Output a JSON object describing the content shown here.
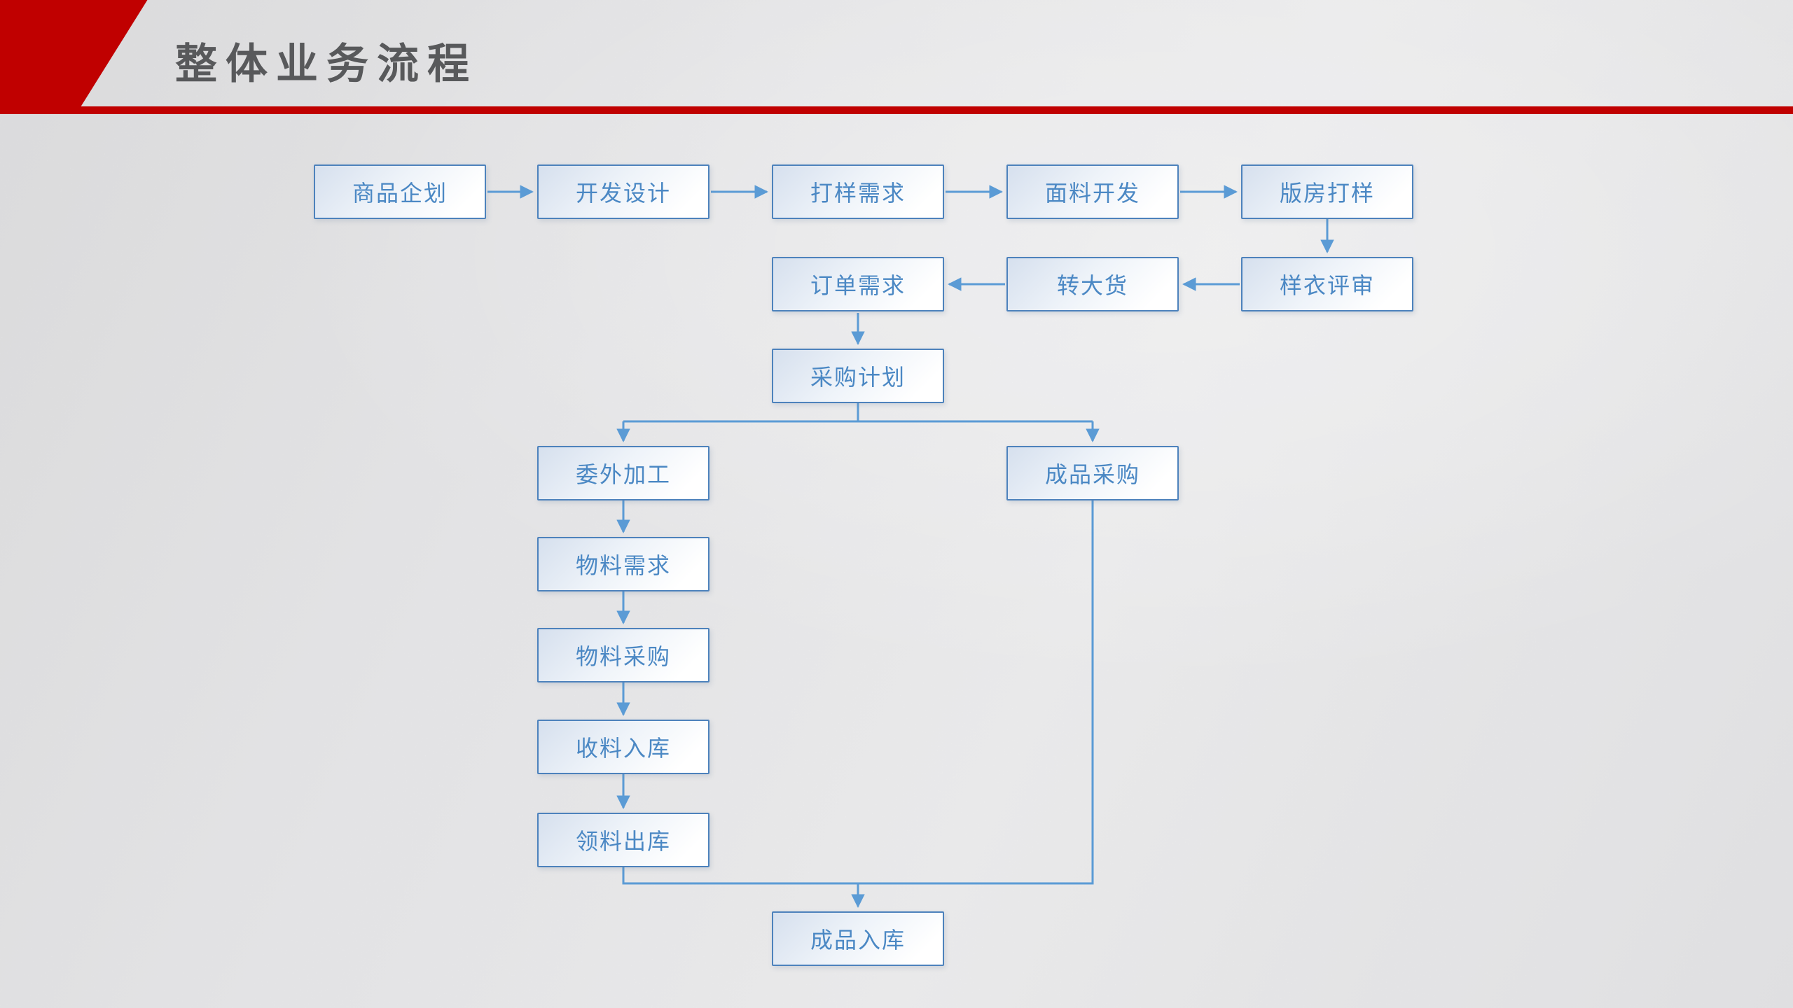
{
  "slide": {
    "title": "整体业务流程"
  },
  "colors": {
    "header_red": "#c00000",
    "title_gray": "#58595b",
    "box_border_blue": "#4d82bc",
    "box_text_blue": "#4b88c4",
    "connector_blue": "#5b9bd5",
    "background_gray": "#ececee"
  },
  "flowchart": {
    "nodes": [
      {
        "id": "product-planning",
        "label": "商品企划"
      },
      {
        "id": "development-design",
        "label": "开发设计"
      },
      {
        "id": "sampling-request",
        "label": "打样需求"
      },
      {
        "id": "fabric-development",
        "label": "面料开发"
      },
      {
        "id": "pattern-room-sampling",
        "label": "版房打样"
      },
      {
        "id": "sample-garment-review",
        "label": "样衣评审"
      },
      {
        "id": "transfer-to-bulk",
        "label": "转大货"
      },
      {
        "id": "order-request",
        "label": "订单需求"
      },
      {
        "id": "purchase-plan",
        "label": "采购计划"
      },
      {
        "id": "outsourced-processing",
        "label": "委外加工"
      },
      {
        "id": "finished-goods-purchase",
        "label": "成品采购"
      },
      {
        "id": "material-requirement",
        "label": "物料需求"
      },
      {
        "id": "material-purchase",
        "label": "物料采购"
      },
      {
        "id": "material-receipt-in",
        "label": "收料入库"
      },
      {
        "id": "material-issue-out",
        "label": "领料出库"
      },
      {
        "id": "finished-goods-inbound",
        "label": "成品入库"
      }
    ],
    "edges": [
      {
        "from": "商品企划",
        "to": "开发设计"
      },
      {
        "from": "开发设计",
        "to": "打样需求"
      },
      {
        "from": "打样需求",
        "to": "面料开发"
      },
      {
        "from": "面料开发",
        "to": "版房打样"
      },
      {
        "from": "版房打样",
        "to": "样衣评审"
      },
      {
        "from": "样衣评审",
        "to": "转大货"
      },
      {
        "from": "转大货",
        "to": "订单需求"
      },
      {
        "from": "订单需求",
        "to": "采购计划"
      },
      {
        "from": "采购计划",
        "to": "委外加工"
      },
      {
        "from": "采购计划",
        "to": "成品采购"
      },
      {
        "from": "委外加工",
        "to": "物料需求"
      },
      {
        "from": "物料需求",
        "to": "物料采购"
      },
      {
        "from": "物料采购",
        "to": "收料入库"
      },
      {
        "from": "收料入库",
        "to": "领料出库"
      },
      {
        "from": "领料出库",
        "to": "成品入库"
      },
      {
        "from": "成品采购",
        "to": "成品入库"
      }
    ]
  }
}
